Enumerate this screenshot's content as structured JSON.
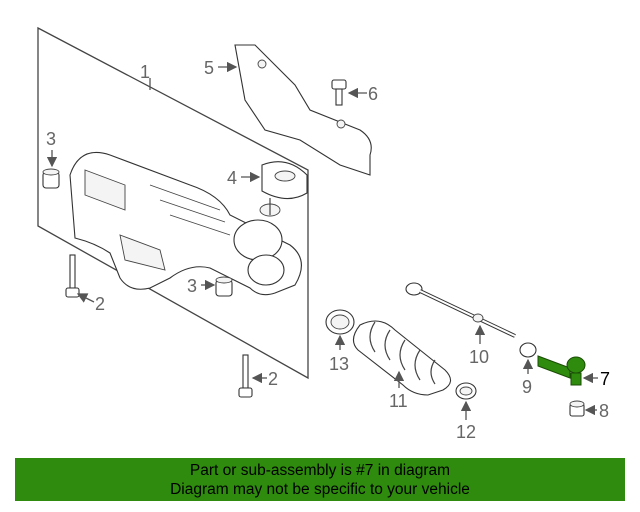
{
  "callouts": {
    "c1": "1",
    "c2a": "2",
    "c2b": "2",
    "c3a": "3",
    "c3b": "3",
    "c4": "4",
    "c5": "5",
    "c6": "6",
    "c7": "7",
    "c8": "8",
    "c9": "9",
    "c10": "10",
    "c11": "11",
    "c12": "12",
    "c13": "13"
  },
  "highlight_color": "#2e8b0d",
  "banner": {
    "line1": "Part or sub-assembly is #7 in diagram",
    "line2": "Diagram may not be specific to your vehicle"
  }
}
